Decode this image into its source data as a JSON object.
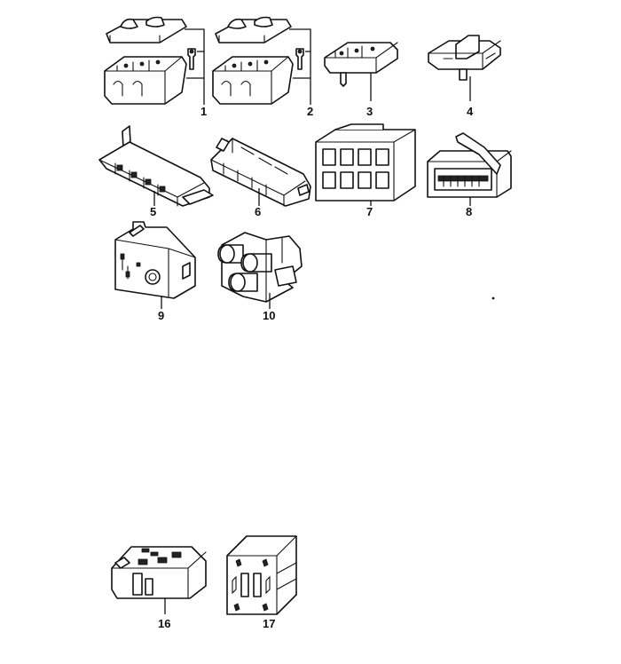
{
  "diagram": {
    "parts": [
      {
        "id": "1",
        "label": "1"
      },
      {
        "id": "2",
        "label": "2"
      },
      {
        "id": "3",
        "label": "3"
      },
      {
        "id": "4",
        "label": "4"
      },
      {
        "id": "5",
        "label": "5"
      },
      {
        "id": "6",
        "label": "6"
      },
      {
        "id": "7",
        "label": "7"
      },
      {
        "id": "8",
        "label": "8"
      },
      {
        "id": "9",
        "label": "9"
      },
      {
        "id": "10",
        "label": "10"
      },
      {
        "id": "16",
        "label": "16"
      },
      {
        "id": "17",
        "label": "17"
      }
    ]
  }
}
